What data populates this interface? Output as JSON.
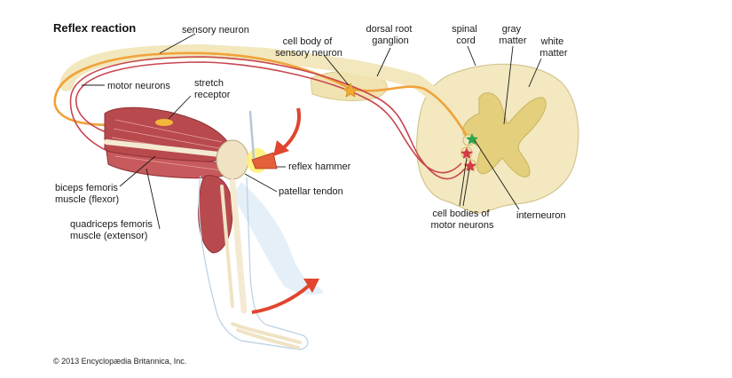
{
  "title": "Reflex reaction",
  "labels": {
    "sensory_neuron": "sensory neuron",
    "motor_neurons": "motor neurons",
    "stretch_receptor_1": "stretch",
    "stretch_receptor_2": "receptor",
    "cell_body_sensory_1": "cell body of",
    "cell_body_sensory_2": "sensory neuron",
    "dorsal_root_1": "dorsal root",
    "dorsal_root_2": "ganglion",
    "spinal_cord_1": "spinal",
    "spinal_cord_2": "cord",
    "gray_matter_1": "gray",
    "gray_matter_2": "matter",
    "white_matter_1": "white",
    "white_matter_2": "matter",
    "reflex_hammer": "reflex hammer",
    "patellar_tendon": "patellar tendon",
    "biceps_femoris_1": "biceps femoris",
    "biceps_femoris_2": "muscle (flexor)",
    "quadriceps_1": "quadriceps femoris",
    "quadriceps_2": "muscle (extensor)",
    "cell_bodies_motor_1": "cell bodies of",
    "cell_bodies_motor_2": "motor neurons",
    "interneuron": "interneuron"
  },
  "copyright": "© 2013 Encyclopædia Britannica, Inc.",
  "colors": {
    "sensory_neuron": "#f0a23a",
    "motor_neuron": "#c9464f",
    "muscle": "#b84a4e",
    "spinal_cord": "#f3e8bf",
    "gray_matter": "#e3cf7c",
    "interneuron_star": "#2fa44a",
    "motor_star": "#d43a45",
    "arrow": "#e1452e"
  }
}
